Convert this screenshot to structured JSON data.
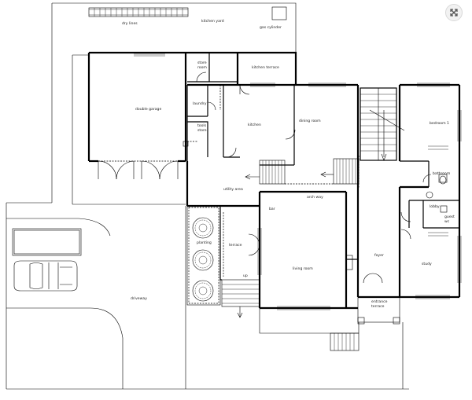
{
  "rooms": {
    "dry_lines": "dry lines",
    "kitchen_yard": "kitchen yard",
    "gas_cylinder": "gas cylinder",
    "store_room": "store room",
    "kitchen_terrace": "kitchen terrace",
    "double_garage": "double garage",
    "laundry": "laundry",
    "tools_store": "tools store",
    "kitchen": "kitchen",
    "dining_room": "dining room",
    "bedroom_1": "bedroom 1",
    "bathroom": "bathroom",
    "lobby": "lobby",
    "guest_wc": "guest wc",
    "utility_area": "utility area",
    "arch_way": "arch way",
    "bar": "bar",
    "planting": "planting",
    "terrace": "terrace",
    "up": "up",
    "living_room": "living room",
    "foyer": "foyer",
    "study": "study",
    "entrance_terrace": "entrance terrace",
    "driveway": "driveway"
  },
  "colors": {
    "line": "#000000",
    "background": "#ffffff",
    "text": "#222222"
  },
  "icons": {
    "expand": "expand-arrows-icon"
  }
}
